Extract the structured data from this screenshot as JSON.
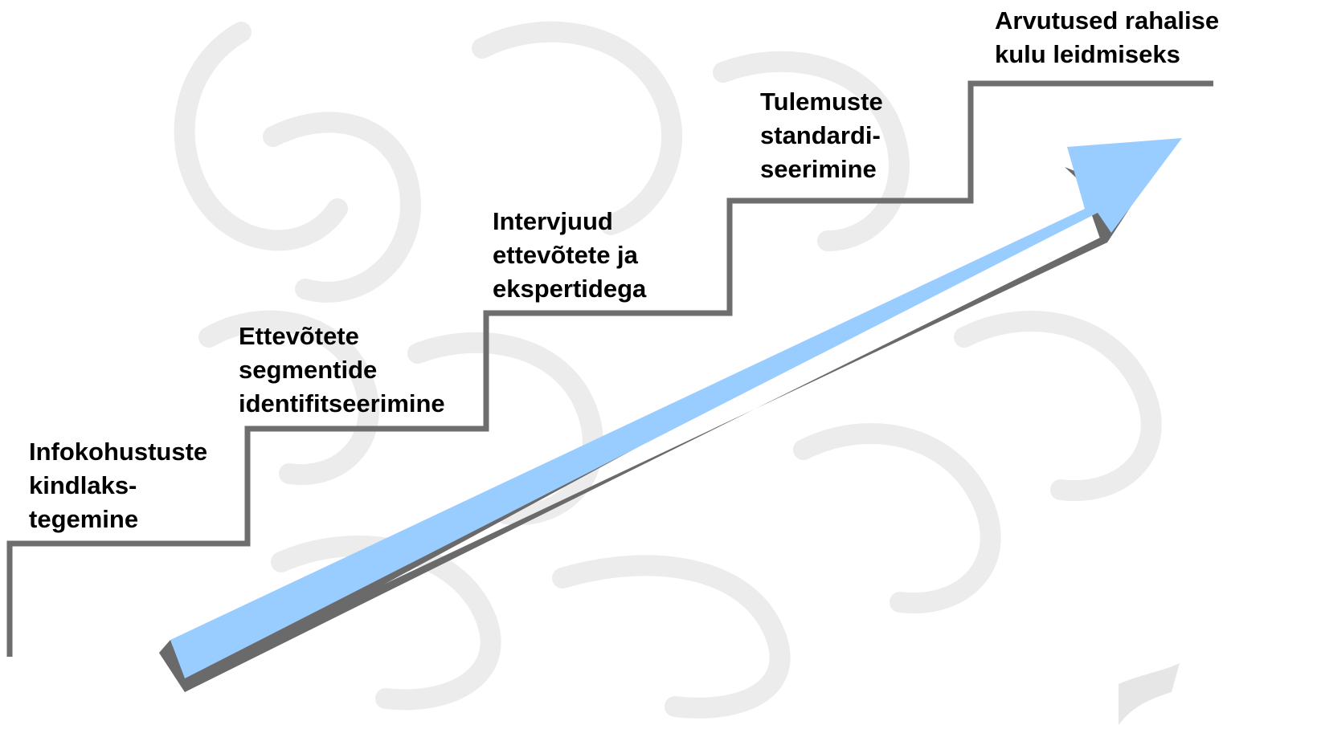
{
  "steps": [
    {
      "id": "step-1",
      "label": "Infokohustuste\nkindlaks-\ntegemine"
    },
    {
      "id": "step-2",
      "label": "Ettevõtete\nsegmentide\nidentifitseerimine"
    },
    {
      "id": "step-3",
      "label": "Intervjuud\nettevõtete ja\nekspertidega"
    },
    {
      "id": "step-4",
      "label": "Tulemuste\nstandardi-\nseerimine"
    },
    {
      "id": "step-5",
      "label": "Arvutused rahalise\nkulu leidmiseks"
    }
  ],
  "colors": {
    "stair_line": "#7f7f7f",
    "arrow_fill": "#99ccff",
    "arrow_shadow": "#666666",
    "watermark": "#eeeeee",
    "text": "#000000"
  }
}
